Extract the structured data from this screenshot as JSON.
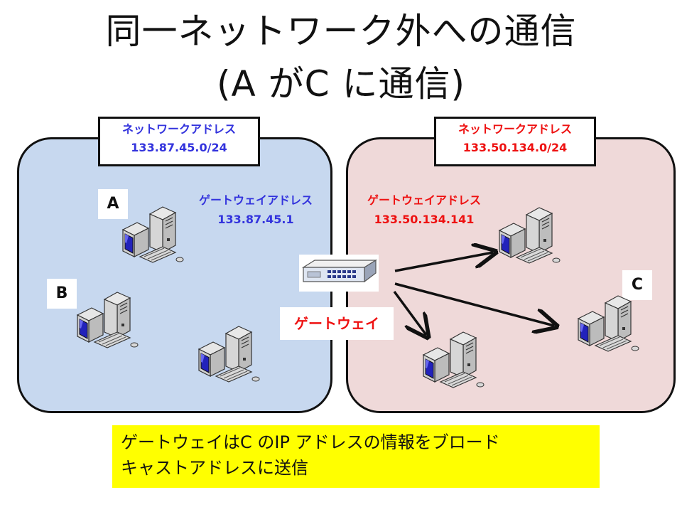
{
  "title": {
    "line1": "同一ネットワーク外への通信",
    "line2": "(A がC に通信)"
  },
  "left_network": {
    "address_label": "ネットワークアドレス",
    "address_value": "133.87.45.0/24",
    "gateway_label": "ゲートウェイアドレス",
    "gateway_value": "133.87.45.1",
    "color": "#3333dd",
    "background": "#c7d8ef"
  },
  "right_network": {
    "address_label": "ネットワークアドレス",
    "address_value": "133.50.134.0/24",
    "gateway_label": "ゲートウェイアドレス",
    "gateway_value": "133.50.134.141",
    "color": "#ee1111",
    "background": "#efd9d9"
  },
  "nodes": {
    "a": "A",
    "b": "B",
    "c": "C"
  },
  "gateway": {
    "label": "ゲートウェイ"
  },
  "note": {
    "line1": "ゲートウェイはC のIP アドレスの情報をブロード",
    "line2": "キャストアドレスに送信"
  },
  "icons": {
    "computer": "computer-icon",
    "switch": "network-switch-icon"
  }
}
